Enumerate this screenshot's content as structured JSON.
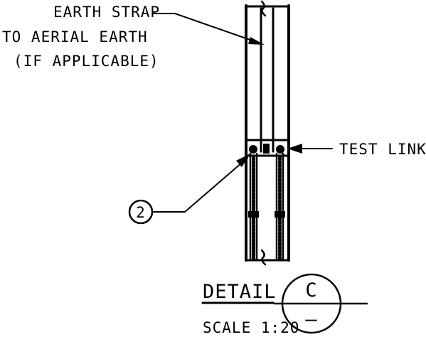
{
  "labels": {
    "earth_strap_line1": "EARTH STRAP",
    "earth_strap_line2": "TO AERIAL EARTH",
    "earth_strap_line3": "(IF APPLICABLE)",
    "test_link": "TEST LINK",
    "callout_number": "2"
  },
  "detail": {
    "title": "DETAIL",
    "letter": "C",
    "sheet": "–",
    "scale": "SCALE 1:20"
  },
  "colors": {
    "line": "#000000",
    "background": "#ffffff"
  }
}
